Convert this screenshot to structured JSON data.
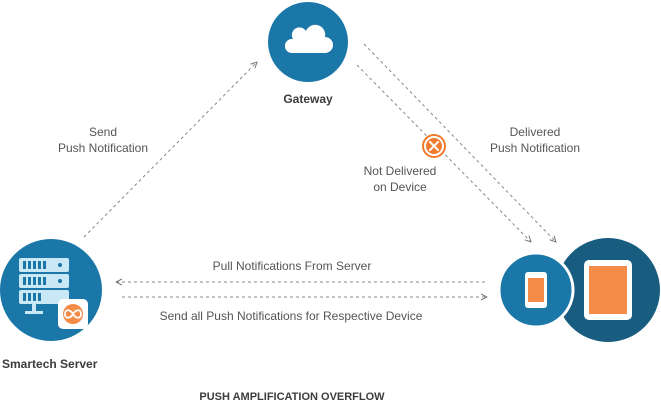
{
  "nodes": {
    "gateway": {
      "label": "Gateway",
      "icon": "cloud-icon"
    },
    "server": {
      "label": "Smartech Server",
      "icon": "server-stack-icon",
      "badge_icon": "infinity-icon"
    },
    "devices": {
      "icons": [
        "phone-icon",
        "tablet-icon"
      ]
    }
  },
  "edges": {
    "send": {
      "line1": "Send",
      "line2": "Push Notification"
    },
    "delivered": {
      "line1": "Delivered",
      "line2": "Push Notification"
    },
    "not_delivered": {
      "line1": "Not Delivered",
      "line2": "on Device",
      "icon": "error-x-icon"
    },
    "pull": {
      "label": "Pull Notifications From Server"
    },
    "send_all": {
      "label": "Send all Push Notifications for Respective Device"
    }
  },
  "caption": "PUSH AMPLIFICATION OVERFLOW",
  "colors": {
    "primary_blue": "#1a77a8",
    "dark_blue": "#185d80",
    "server_panel": "#c9e7f4",
    "orange": "#f48c48",
    "error_orange": "#f07a2e",
    "line_gray": "#888888",
    "text_gray": "#555555"
  }
}
